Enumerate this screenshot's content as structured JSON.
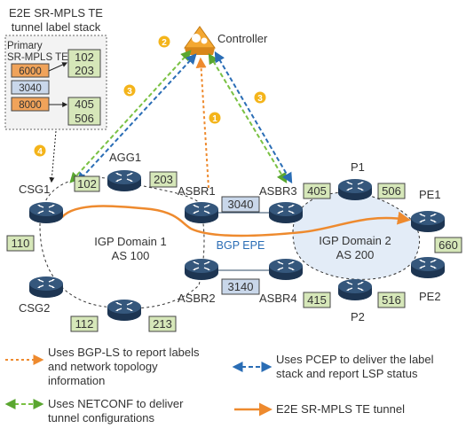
{
  "stack_box": {
    "title_line1": "E2E SR-MPLS TE",
    "title_line2": "tunnel label stack",
    "primary_line1": "Primary",
    "primary_line2": "SR-MPLS TE",
    "stack_labels": [
      "6000",
      "3040",
      "8000"
    ],
    "side_labels": [
      "102",
      "203",
      "405",
      "506"
    ]
  },
  "controller": {
    "label": "Controller"
  },
  "steps": [
    "1",
    "2",
    "3",
    "3",
    "4"
  ],
  "nodes": {
    "csg1": "CSG1",
    "csg2": "CSG2",
    "agg1": "AGG1",
    "asbr1": "ASBR1",
    "asbr2": "ASBR2",
    "asbr3": "ASBR3",
    "asbr4": "ASBR4",
    "p1": "P1",
    "p2": "P2",
    "pe1": "PE1",
    "pe2": "PE2"
  },
  "labels": {
    "csg1_102": "102",
    "agg1_203": "203",
    "asbr1_3040": "3040",
    "asbr2_3140": "3140",
    "asbr3_405": "405",
    "p1_506": "506",
    "pe1_660": "660",
    "csg1_110": "110",
    "csg2_112": "112",
    "asbr2_213": "213",
    "asbr4_415": "415",
    "p2_516": "516"
  },
  "domains": {
    "d1_line1": "IGP Domain 1",
    "d1_line2": "AS 100",
    "d2_line1": "IGP Domain 2",
    "d2_line2": "AS 200",
    "bgp_epe": "BGP EPE"
  },
  "legend": {
    "bgp_ls_line1": "Uses BGP-LS to report labels",
    "bgp_ls_line2": "and network topology",
    "bgp_ls_line3": "information",
    "pcep_line1": "Uses PCEP to deliver the label",
    "pcep_line2": "stack and report LSP status",
    "netconf_line1": "Uses NETCONF to deliver",
    "netconf_line2": "tunnel configurations",
    "tunnel": "E2E SR-MPLS TE tunnel"
  },
  "colors": {
    "orange": "#ee8a2e",
    "green": "#7ac143",
    "blue": "#2a6db5",
    "label_green": "#d6e7b9",
    "label_blue": "#c9d7ea",
    "stack_orange": "#f0a35a",
    "router": "#2c4866"
  }
}
